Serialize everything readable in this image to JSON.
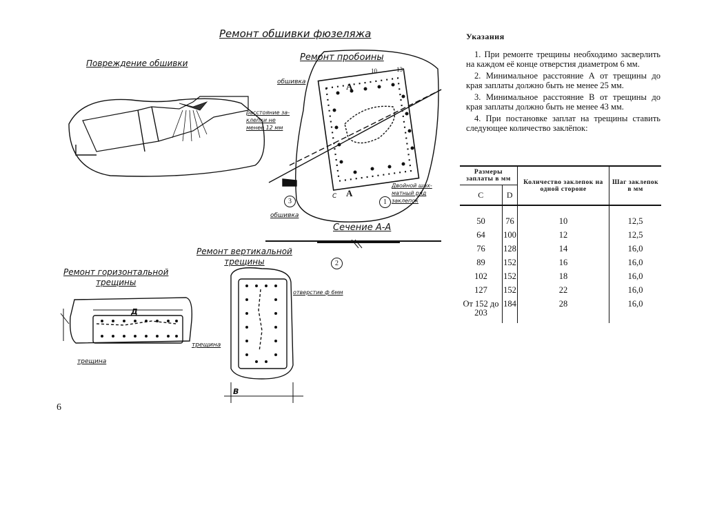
{
  "drawing": {
    "title": "Ремонт обшивки фюзеляжа",
    "damage_label": "Повреждение обшивки",
    "hole_label": "Ремонт пробоины",
    "skin_label_1": "обшивка",
    "rivet_distance_lines": [
      "расстояние за-",
      "клепки не",
      "менее 12 мм"
    ],
    "double_row_lines": [
      "Двойной шах-",
      "матный ряд",
      "заклепок"
    ],
    "skin_label_2": "обшивка",
    "section_label": "Сечение А-А",
    "vertical_repair_lines": [
      "Ремонт вертикальной",
      "трещины"
    ],
    "horizontal_repair_lines": [
      "Ремонт горизонтальной",
      "трещины"
    ],
    "hole_6mm_label": "отверстие ф 6мм",
    "crack_label_1": "трещина",
    "crack_label_2": "трещина",
    "mark_a": "А",
    "mark_c": "С",
    "mark_10": "10",
    "mark_13": "13",
    "mark_d": "Д",
    "mark_b": "В",
    "callouts": [
      "1",
      "2",
      "3"
    ]
  },
  "notes": {
    "heading": "Указания",
    "items": [
      "1. При ремонте трещины необходимо засверлить на каждом её конце отверстия диаметром 6 мм.",
      "2. Минимальное расстояние А от трещины до края заплаты должно быть не менее 25 мм.",
      "3. Минимальное расстояние В от трещины до края заплаты должно быть не менее 43 мм.",
      "4. При постановке заплат на трещины ставить следующее количество заклёпок:"
    ]
  },
  "table": {
    "header_size": "Размеры заплаты в мм",
    "header_count": "Количество заклепок на одной стороне",
    "header_pitch": "Шаг заклепок в мм",
    "col_c": "С",
    "col_d": "D",
    "rows": [
      {
        "c": "50",
        "d": "76",
        "n": "10",
        "p": "12,5"
      },
      {
        "c": "64",
        "d": "100",
        "n": "12",
        "p": "12,5"
      },
      {
        "c": "76",
        "d": "128",
        "n": "14",
        "p": "16,0"
      },
      {
        "c": "89",
        "d": "152",
        "n": "16",
        "p": "16,0"
      },
      {
        "c": "102",
        "d": "152",
        "n": "18",
        "p": "16,0"
      },
      {
        "c": "127",
        "d": "152",
        "n": "22",
        "p": "16,0"
      },
      {
        "c": "От 152 до 203",
        "d": "184",
        "n": "28",
        "p": "16,0"
      }
    ]
  },
  "page_number": "6"
}
